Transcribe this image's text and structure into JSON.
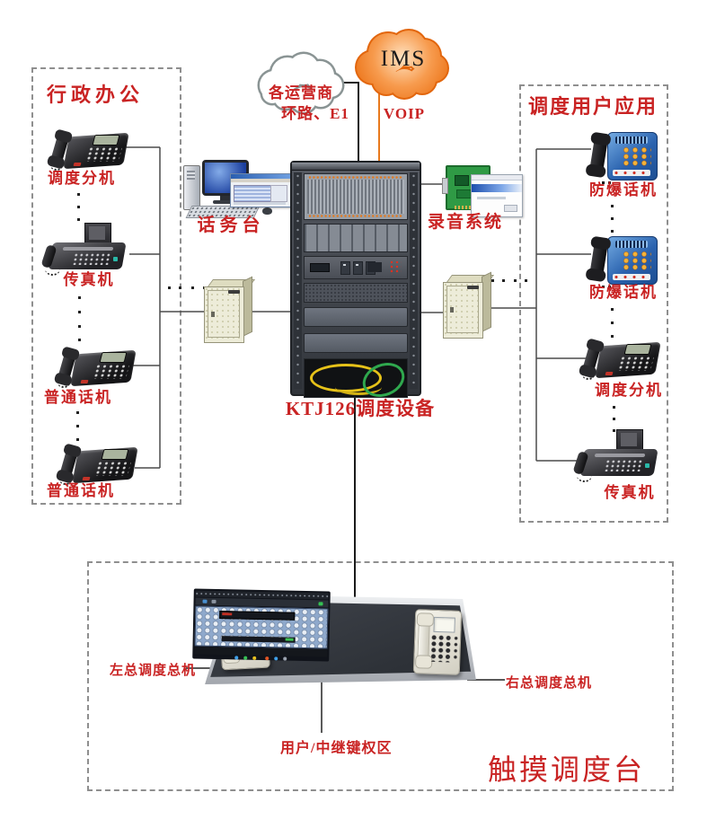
{
  "clouds": {
    "operators": "各运营商",
    "ims": "IMS"
  },
  "trunks": {
    "pstn": "环路、E1",
    "voip": "VOIP"
  },
  "admin_zone": {
    "title": "行政办公",
    "devices": [
      {
        "type": "desk-phone",
        "label": "调度分机"
      },
      {
        "type": "fax",
        "label": "传真机"
      },
      {
        "type": "desk-phone",
        "label": "普通话机"
      },
      {
        "type": "desk-phone",
        "label": "普通话机"
      }
    ]
  },
  "user_zone": {
    "title": "调度用户应用",
    "devices": [
      {
        "type": "explosion-proof-phone",
        "label": "防爆话机"
      },
      {
        "type": "explosion-proof-phone",
        "label": "防爆话机"
      },
      {
        "type": "desk-phone",
        "label": "调度分机"
      },
      {
        "type": "fax",
        "label": "传真机"
      }
    ]
  },
  "core": {
    "operator_station": "话务台",
    "recording_system": "录音系统",
    "rack": "KTJ126调度设备"
  },
  "console_zone": {
    "title": "触摸调度台",
    "left_phone": "左总调度总机",
    "right_phone": "右总调度总机",
    "key_area": "用户/中继键权区"
  },
  "colors": {
    "label_red": "#c92323",
    "trunk_line_black": "#1a1a1a",
    "voip_line_orange": "#e8791d",
    "connector_gray": "#4c4c4c",
    "ims_cloud_orange": "#ef7f28",
    "junction_box_cream": "#edecd9",
    "rack_gray": "#4a4e55",
    "explosion_phone_blue": "#2a62ae"
  }
}
